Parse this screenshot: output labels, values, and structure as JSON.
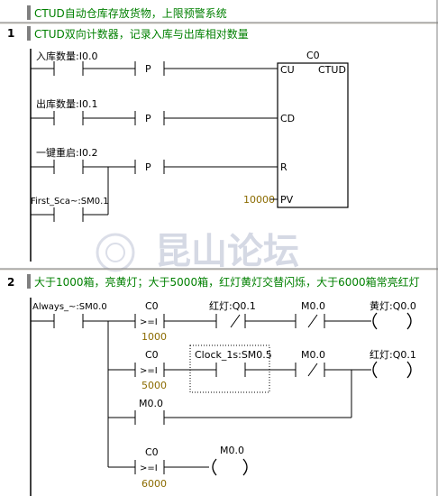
{
  "title": "CTUD自动仓库存放货物，上限预警系统",
  "networks": [
    {
      "number": "1",
      "comment": "CTUD双向计数器，记录入库与出库相对数量",
      "counter": {
        "name": "C0",
        "type": "CTUD",
        "cu": "CU",
        "cd": "CD",
        "r": "R",
        "pv": "PV",
        "pv_value": "10000"
      },
      "p_label": "P",
      "contacts": {
        "in": "入库数量:I0.0",
        "out": "出库数量:I0.1",
        "reset": "一键重启:I0.2",
        "first_scan": "First_Sca~:SM0.1"
      }
    },
    {
      "number": "2",
      "comment": "大于1000箱，亮黄灯；大于5000箱，红灯黄灯交替闪烁，大于6000箱常亮红灯",
      "always": "Always_~:SM0.0",
      "compare_op": ">=I",
      "rungs": [
        {
          "counter": "C0",
          "value": "1000",
          "nc_contact": "红灯:Q0.1",
          "nc2": "M0.0",
          "coil": "黄灯:Q0.0"
        },
        {
          "counter": "C0",
          "value": "5000",
          "clock": "Clock_1s:SM0.5",
          "nc2": "M0.0",
          "coil": "红灯:Q0.1"
        },
        {
          "contact": "M0.0"
        },
        {
          "counter": "C0",
          "value": "6000",
          "coil": "M0.0"
        }
      ]
    }
  ],
  "watermark": "昆山论坛"
}
